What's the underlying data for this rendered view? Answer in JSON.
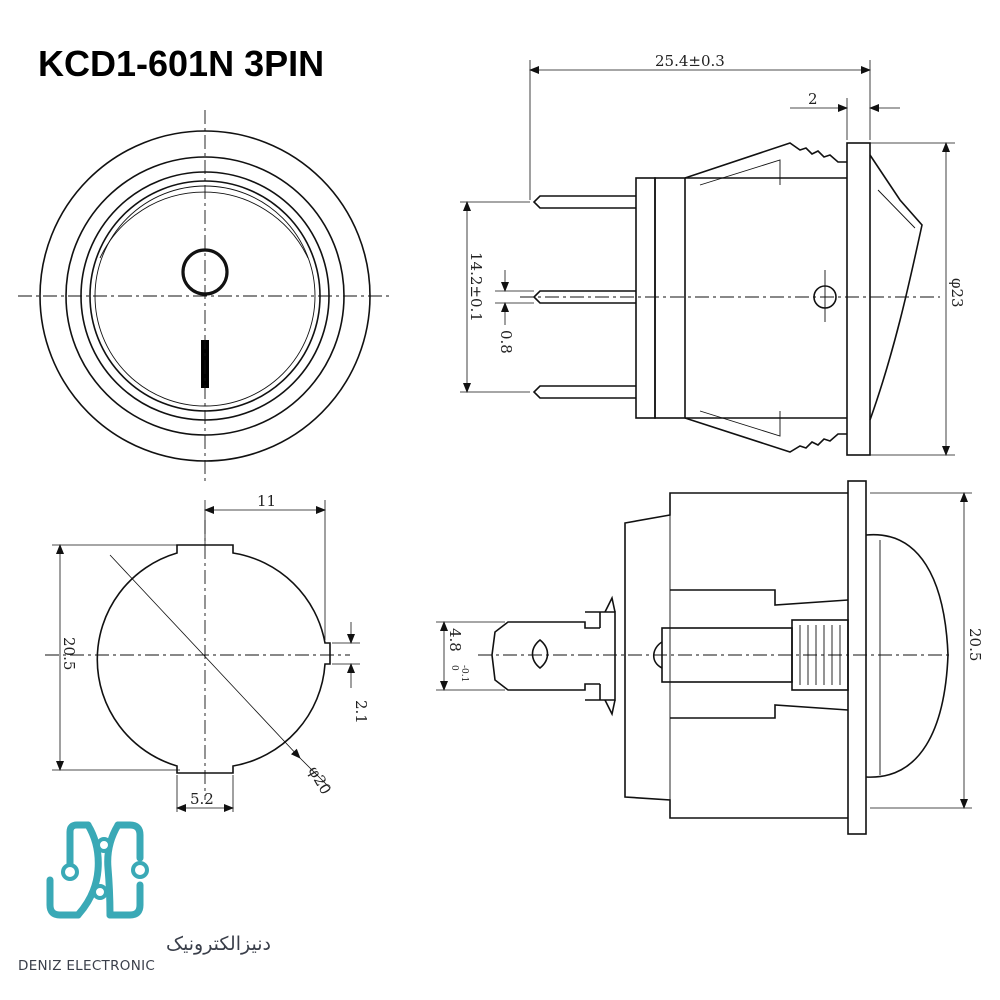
{
  "title": "KCD1-601N 3PIN",
  "dimensions": {
    "overall_length": "25.4±0.3",
    "flange_offset": "2",
    "diameter_head": "φ23",
    "pin_span": "14.2±0.1",
    "pin_thickness": "0.8",
    "cutout_width": "11",
    "cutout_height": "20.5",
    "notch": "2.1",
    "tab_width": "5.2",
    "cutout_diameter": "φ20",
    "terminal_width": "4.8",
    "terminal_tolerance_upper": "0",
    "terminal_tolerance_lower": "-0.1",
    "body_height": "20.5"
  },
  "brand": {
    "name_fa": "دنیزالکترونیک",
    "name_en": "DENIZ ELECTRONIC",
    "logo_icon": "circuit-knot-icon",
    "color": "#3aa9b6"
  }
}
